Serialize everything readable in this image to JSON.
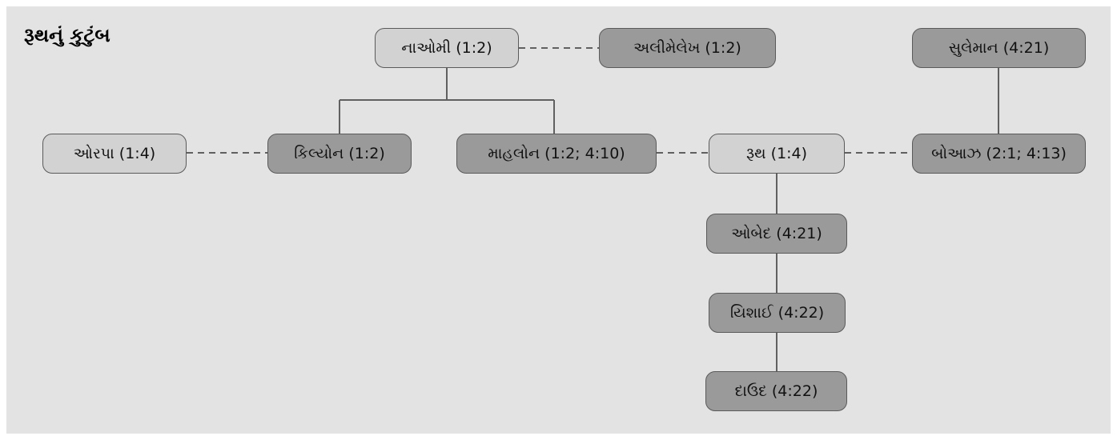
{
  "title": "રૂથનું કુટુંબ",
  "colors": {
    "light_node": "#d2d2d2",
    "dark_node": "#9a9a9a",
    "background": "#e3e3e3",
    "line": "#606060"
  },
  "nodes": {
    "naomi": {
      "label": "નાઓમી (1:2)",
      "shade": "light"
    },
    "elimelech": {
      "label": "અલીમેલેખ (1:2)",
      "shade": "dark"
    },
    "solomon": {
      "label": "સુલેમાન (4:21)",
      "shade": "dark"
    },
    "orpah": {
      "label": "ઓરપા (1:4)",
      "shade": "light"
    },
    "chilion": {
      "label": "કિલ્યોન (1:2)",
      "shade": "dark"
    },
    "mahlon": {
      "label": "માહલોન (1:2; 4:10)",
      "shade": "dark"
    },
    "ruth": {
      "label": "રૂથ (1:4)",
      "shade": "light"
    },
    "boaz": {
      "label": "બોઆઝ (2:1; 4:13)",
      "shade": "dark"
    },
    "obed": {
      "label": "ઓબેદ (4:21)",
      "shade": "dark"
    },
    "jesse": {
      "label": "યિશાઈ (4:22)",
      "shade": "dark"
    },
    "david": {
      "label": "દાઉદ (4:22)",
      "shade": "dark"
    }
  }
}
